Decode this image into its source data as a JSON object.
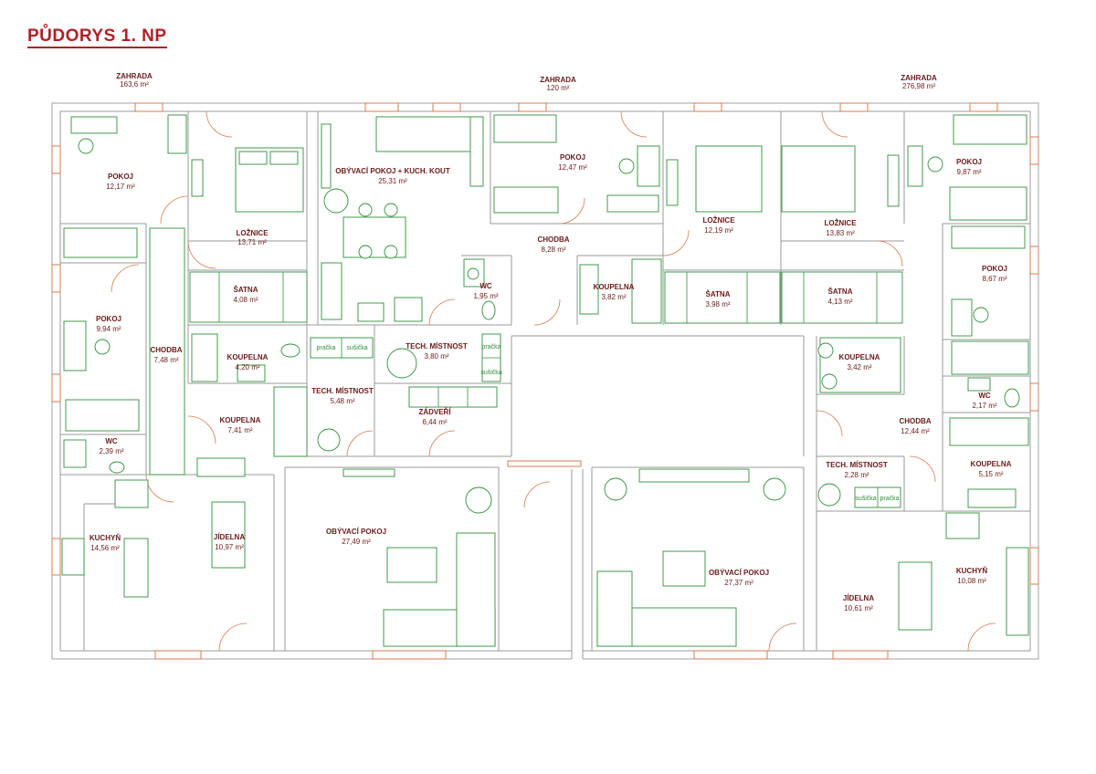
{
  "title": "PŮDORYS 1. NP",
  "gardens": [
    {
      "name": "ZAHRADA",
      "area": "163,6 m²"
    },
    {
      "name": "ZAHRADA",
      "area": "120 m²"
    },
    {
      "name": "ZAHRADA",
      "area": "276,98 m²"
    }
  ],
  "rooms": [
    {
      "name": "POKOJ",
      "area": "12,17 m²"
    },
    {
      "name": "LOŽNICE",
      "area": "13,71 m²"
    },
    {
      "name": "OBÝVACÍ POKOJ + KUCH. KOUT",
      "area": "25,31 m²"
    },
    {
      "name": "POKOJ",
      "area": "12,47 m²"
    },
    {
      "name": "LOŽNICE",
      "area": "12,19 m²"
    },
    {
      "name": "LOŽNICE",
      "area": "13,83 m²"
    },
    {
      "name": "POKOJ",
      "area": "9,87 m²"
    },
    {
      "name": "ŠATNA",
      "area": "4,08 m²"
    },
    {
      "name": "CHODBA",
      "area": "8,28 m²"
    },
    {
      "name": "WC",
      "area": "1,95 m²"
    },
    {
      "name": "KOUPELNA",
      "area": "3,82 m²"
    },
    {
      "name": "ŠATNA",
      "area": "3,98 m²"
    },
    {
      "name": "ŠATNA",
      "area": "4,13 m²"
    },
    {
      "name": "POKOJ",
      "area": "8,67 m²"
    },
    {
      "name": "POKOJ",
      "area": "9,94 m²"
    },
    {
      "name": "CHODBA",
      "area": "7,48 m²"
    },
    {
      "name": "KOUPELNA",
      "area": "4,20 m²"
    },
    {
      "name": "TECH. MÍSTNOST",
      "area": "5,48 m²"
    },
    {
      "name": "TECH. MÍSTNOST",
      "area": "3,80 m²"
    },
    {
      "name": "KOUPELNA",
      "area": "3,42 m²"
    },
    {
      "name": "WC",
      "area": "2,17 m²"
    },
    {
      "name": "KOUPELNA",
      "area": "7,41 m²"
    },
    {
      "name": "ZÁDVEŘÍ",
      "area": "6,44 m²"
    },
    {
      "name": "CHODBA",
      "area": "12,44 m²"
    },
    {
      "name": "WC",
      "area": "2,39 m²"
    },
    {
      "name": "TECH. MÍSTNOST",
      "area": "2,28 m²"
    },
    {
      "name": "KOUPELNA",
      "area": "5,15 m²"
    },
    {
      "name": "KUCHYŇ",
      "area": "14,56 m²"
    },
    {
      "name": "JÍDELNA",
      "area": "10,97 m²"
    },
    {
      "name": "OBÝVACÍ POKOJ",
      "area": "27,49 m²"
    },
    {
      "name": "OBÝVACÍ POKOJ",
      "area": "27,37 m²"
    },
    {
      "name": "KUCHYŇ",
      "area": "10,08 m²"
    },
    {
      "name": "JÍDELNA",
      "area": "10,61 m²"
    }
  ],
  "appliance_labels": {
    "washer": "pračka",
    "dryer": "sušička"
  }
}
